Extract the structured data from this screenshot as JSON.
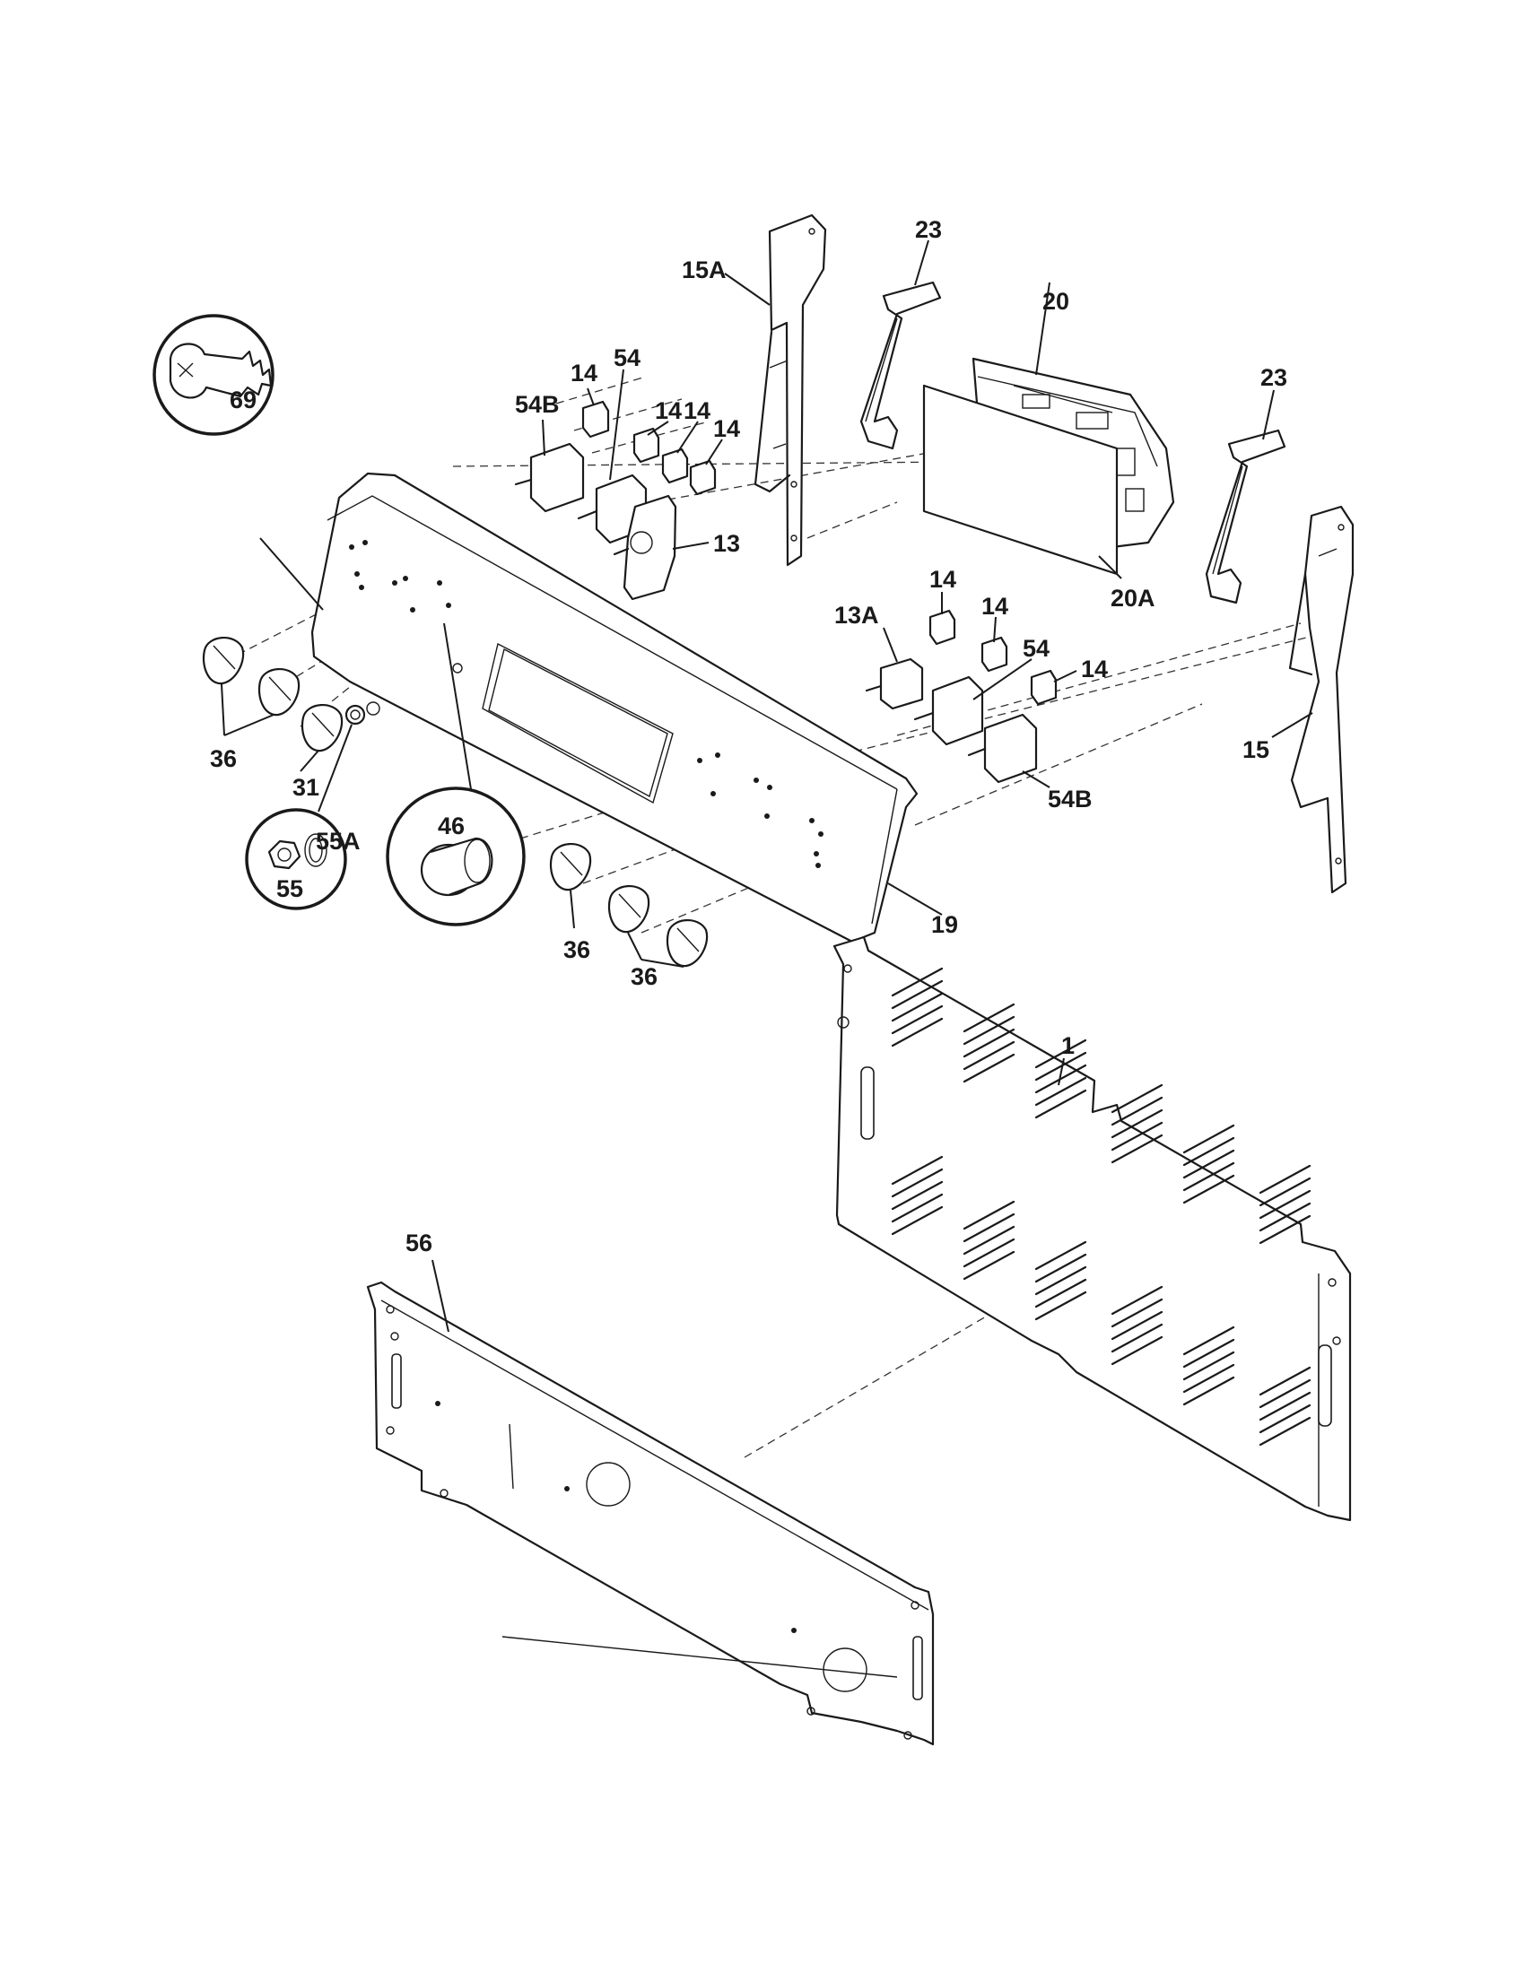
{
  "diagram": {
    "type": "exploded-parts-diagram",
    "callouts": {
      "c_15A": "15A",
      "c_23a": "23",
      "c_20": "20",
      "c_23b": "23",
      "c_14a": "14",
      "c_54a": "54",
      "c_54Ba": "54B",
      "c_14b": "14",
      "c_14c": "14",
      "c_14d": "14",
      "c_69": "69",
      "c_13": "13",
      "c_20A": "20A",
      "c_14e": "14",
      "c_13A": "13A",
      "c_14f": "14",
      "c_54b": "54",
      "c_14g": "14",
      "c_15": "15",
      "c_36a": "36",
      "c_31": "31",
      "c_54Bb": "54B",
      "c_46": "46",
      "c_55A": "55A",
      "c_55": "55",
      "c_19": "19",
      "c_36b": "36",
      "c_36c": "36",
      "c_1": "1",
      "c_56": "56"
    }
  }
}
